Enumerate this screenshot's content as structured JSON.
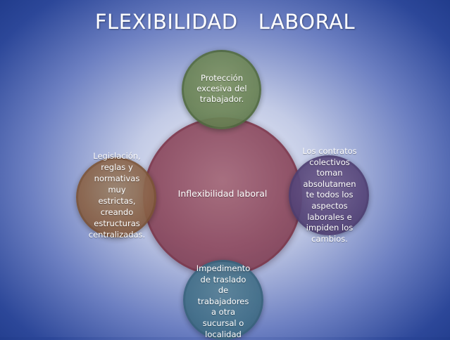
{
  "title": "FLEXIBILIDAD   LABORAL",
  "diagram": {
    "center": {
      "text": "Inflexibilidad laboral"
    },
    "nodes": {
      "top": {
        "text": "Protección\nexcesiva del\ntrabajador."
      },
      "left": {
        "text": "Legislación,\nreglas y\nnormativas\nmuy\nestrictas,\ncreando\nestructuras\ncentralizadas."
      },
      "right": {
        "text": "Los contratos\ncolectivos\ntoman\nabsolutamen\nte todos los\naspectos\nlaborales  e\nimpiden los\ncambios."
      },
      "bottom": {
        "text": "Impedimento\nde traslado\nde\ntrabajadores\na otra\nsucursal o\nlocalidad"
      }
    }
  },
  "colors": {
    "center": "#8f4f64",
    "top": "#6b8456",
    "left": "#8a6247",
    "right": "#57467a",
    "bottom": "#44708a",
    "background": "#2c4799"
  }
}
